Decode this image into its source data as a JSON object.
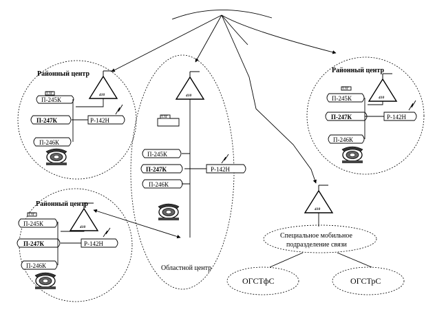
{
  "nodes": {
    "district_label": "Районный центр",
    "regional_label": "Областной центр",
    "mobile_unit_line1": "Специальное мобильное",
    "mobile_unit_line2": "подразделение связи",
    "ogst_fs": "ОГСТфС",
    "ogst_rs": "ОГСТрС",
    "station_245": "П-245К",
    "station_247": "П-247К",
    "station_246": "П-246К",
    "radio_142": "Р-142Н",
    "tlg": "ТЛГ",
    "antenna_410": "410"
  }
}
